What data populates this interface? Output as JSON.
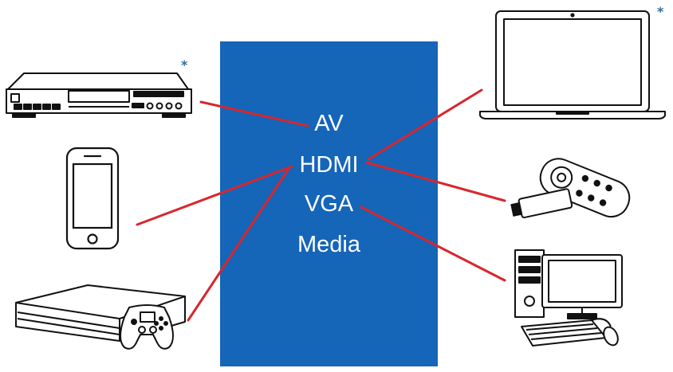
{
  "panel": {
    "color": "#1565b8",
    "ports": [
      "AV",
      "HDMI",
      "VGA",
      "Media"
    ]
  },
  "connector_color": "#d8262d",
  "marker": "*",
  "devices_left": [
    "dvd-player-icon",
    "smartphone-icon",
    "game-console-icon"
  ],
  "devices_right": [
    "laptop-icon",
    "streaming-stick-icon",
    "desktop-computer-icon"
  ]
}
